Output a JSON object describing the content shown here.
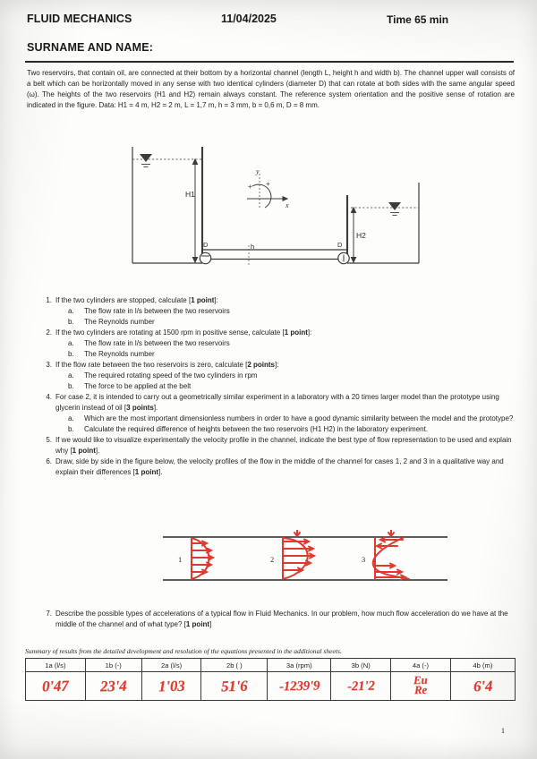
{
  "header": {
    "course_title": "FLUID MECHANICS",
    "date": "11/04/2025",
    "time_limit": "Time 65 min",
    "name_label": "SURNAME AND NAME:"
  },
  "statement": {
    "text": "Two reservoirs, that contain oil, are connected at their bottom by a horizontal channel (length L, height h and width b). The channel upper wall consists of a belt which can be horizontally moved in any sense with two identical cylinders (diameter D) that can rotate at both sides with the same angular speed (ω). The heights of the two reservoirs (H1 and H2) remain always constant. The reference system orientation and the positive sense of rotation are indicated in the figure. Data: H1 = 4 m, H2 = 2 m, L = 1,7 m, h = 3 mm, b = 0,6 m, D = 8 mm."
  },
  "figure": {
    "label_h1": "H1",
    "label_h2": "H2",
    "label_d_left": "D",
    "label_d_right": "D",
    "label_h": "h",
    "label_axis_y": "y",
    "label_axis_x": "x"
  },
  "questions": [
    {
      "num": "1.",
      "text_before": "If the two cylinders are stopped, calculate [",
      "points": "1 point",
      "text_after": "]:",
      "subs": [
        {
          "letter": "a.",
          "text": "The flow rate in l/s between the two reservoirs"
        },
        {
          "letter": "b.",
          "text": "The Reynolds number"
        }
      ]
    },
    {
      "num": "2.",
      "text_before": "If the two cylinders are rotating at 1500 rpm in positive sense, calculate [",
      "points": "1 point",
      "text_after": "]:",
      "subs": [
        {
          "letter": "a.",
          "text": "The flow rate in l/s between the two reservoirs"
        },
        {
          "letter": "b.",
          "text": "The Reynolds number"
        }
      ]
    },
    {
      "num": "3.",
      "text_before": "If the flow rate between the two reservoirs is zero, calculate [",
      "points": "2 points",
      "text_after": "]:",
      "subs": [
        {
          "letter": "a.",
          "text": "The required rotating speed of the two cylinders in rpm"
        },
        {
          "letter": "b.",
          "text": "The force to be applied at the belt"
        }
      ]
    },
    {
      "num": "4.",
      "text_before": "For case 2, it is intended to carry out a geometrically similar experiment in a laboratory with a 20 times larger model than the prototype using glycerin instead of oil [",
      "points": "3 points",
      "text_after": "].",
      "subs": [
        {
          "letter": "a.",
          "text": "Which are the most important dimensionless numbers in order to have a good dynamic similarity between the model and the prototype?"
        },
        {
          "letter": "b.",
          "text": "Calculate the required difference of heights between the two reservoirs (H1 H2) in the laboratory experiment."
        }
      ]
    },
    {
      "num": "5.",
      "text_before": "If we would like to visualize experimentally the velocity profile in the channel, indicate the best type of flow representation to be used and explain why [",
      "points": "1 point",
      "text_after": "].",
      "subs": []
    },
    {
      "num": "6.",
      "text_before": "Draw, side by side in the figure below, the velocity profiles of the flow in the middle of the channel for cases 1, 2 and 3 in a qualitative way and explain their differences [",
      "points": "1 point",
      "text_after": "].",
      "subs": []
    },
    {
      "num": "7.",
      "text_before": "Describe the possible types of accelerations of a typical flow in Fluid Mechanics. In our problem, how much flow acceleration do we have at the middle of the channel and of what type? [",
      "points": "1 point",
      "text_after": "]",
      "subs": []
    }
  ],
  "profiles_figure": {
    "case_labels": [
      "1",
      "2",
      "3"
    ],
    "ink_color": "#e0392e"
  },
  "summary": {
    "caption": "Summary of results from the detailed development and resolution of the equations presented in the additional sheets.",
    "columns": [
      "1a (l/s)",
      "1b (-)",
      "2a (l/s)",
      "2b ( )",
      "3a (rpm)",
      "3b (N)",
      "4a (-)",
      "4b (m)"
    ],
    "answers": [
      "0'47",
      "23'4",
      "1'03",
      "51'6",
      "-1239'9",
      "-21'2",
      "Eu\nRe",
      "6'4"
    ],
    "answer_4a_line1": "Eu",
    "answer_4a_line2": "Re"
  },
  "page_number": "1"
}
